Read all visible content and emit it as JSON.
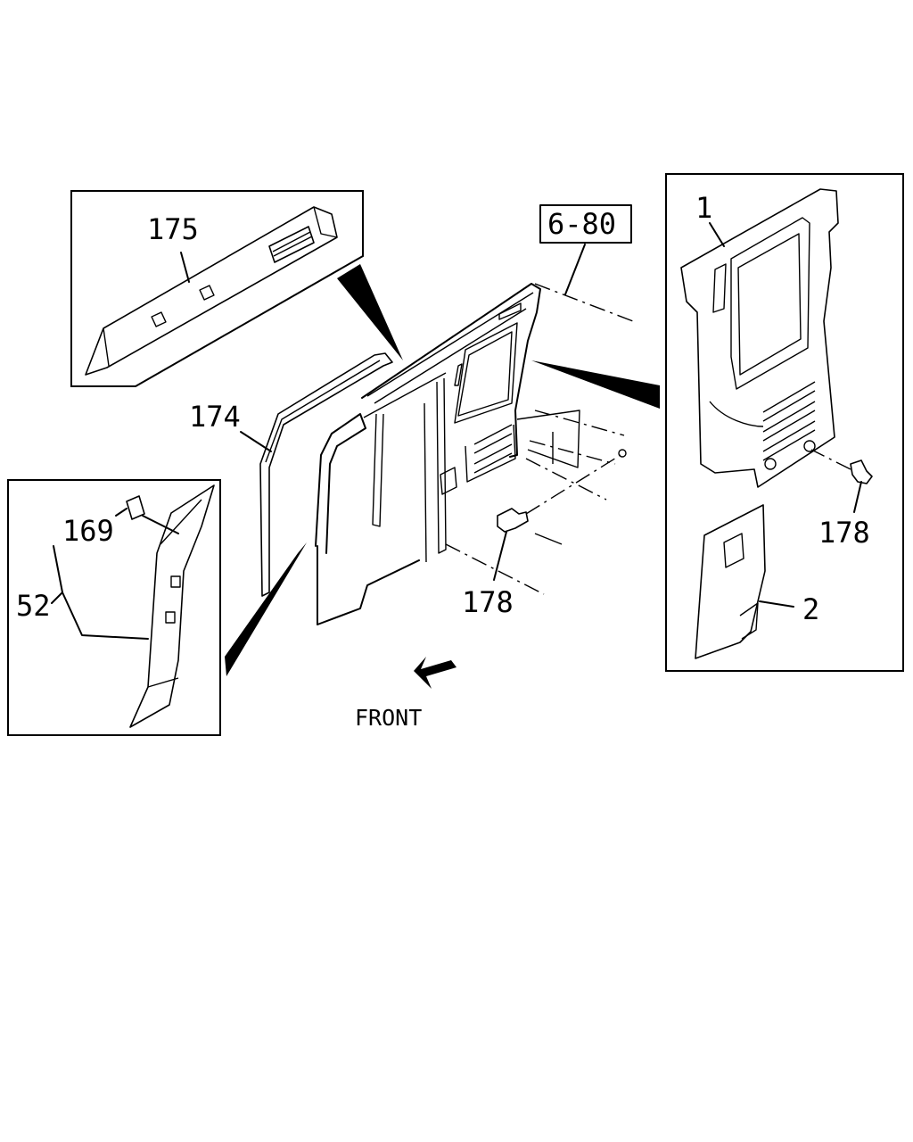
{
  "labels": {
    "l175": "175",
    "l174": "174",
    "l169": "169",
    "l52": "52",
    "l178a": "178",
    "l178b": "178",
    "l1": "1",
    "l2": "2",
    "ref": "6-80",
    "front": "FRONT"
  }
}
